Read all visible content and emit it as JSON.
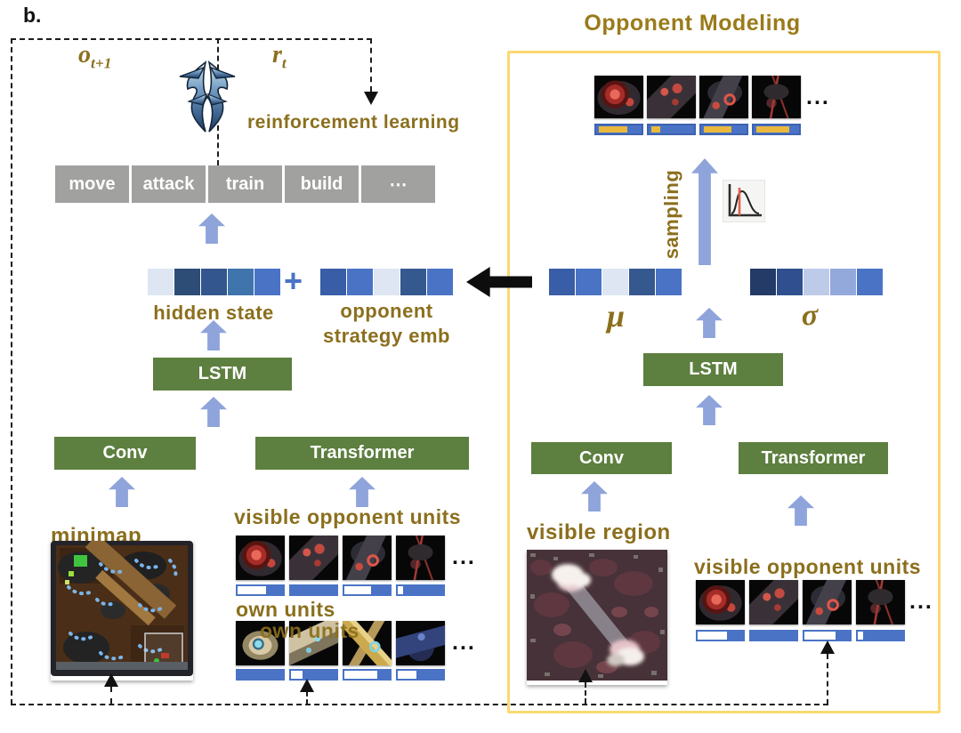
{
  "figure_label": "b.",
  "env_loop": {
    "obs_base": "o",
    "obs_sub": "t+1",
    "reward_base": "r",
    "reward_sub": "t",
    "rl_label": "reinforcement learning",
    "game_icon": "starcraft-logo"
  },
  "actions": {
    "cells": [
      "move",
      "attack",
      "train",
      "build",
      "⋯"
    ]
  },
  "policy": {
    "hidden_state": {
      "label": "hidden state",
      "colors": [
        "#dde6f2",
        "#2d4d76",
        "#33568e",
        "#3f74ad",
        "#4a73c6"
      ]
    },
    "plus": "+",
    "opponent_emb": {
      "label_line1": "opponent",
      "label_line2": "strategy emb",
      "colors": [
        "#3a5da8",
        "#4a73c6",
        "#dde6f2",
        "#35588f",
        "#4a73c6"
      ]
    },
    "lstm": "LSTM",
    "conv": "Conv",
    "transformer": "Transformer",
    "minimap_label": "minimap",
    "visible_opponent_units": {
      "label": "visible opponent units",
      "units": [
        "zerg-unit-a",
        "zerg-unit-b",
        "zerg-unit-c",
        "zerg-unit-d"
      ],
      "ellipsis": "...",
      "bars_white": [
        0.62,
        0,
        0.58,
        0.12
      ]
    },
    "own_units": {
      "label": "own units",
      "overlay_label": "own units",
      "units": [
        "protoss-unit-a",
        "protoss-unit-b",
        "protoss-unit-c",
        "protoss-unit-d"
      ],
      "ellipsis": "...",
      "bars_white": [
        0,
        0.25,
        0.72,
        0.42
      ]
    }
  },
  "opponent_modeling": {
    "title": "Opponent Modeling",
    "predicted_units": {
      "units": [
        "zerg-unit-a",
        "zerg-unit-b",
        "zerg-unit-c",
        "zerg-unit-d"
      ],
      "ellipsis": "...",
      "bars_yellow": [
        0.62,
        0.2,
        0.6,
        0.72
      ]
    },
    "sampling_label": "sampling",
    "distribution_icon": "gaussian-curve",
    "mu": {
      "label": "μ",
      "colors": [
        "#3a5da8",
        "#4a73c6",
        "#dde6f2",
        "#35588f",
        "#4a73c6"
      ]
    },
    "sigma": {
      "label": "σ",
      "colors": [
        "#243a67",
        "#2f4f8f",
        "#bdcbe9",
        "#93a9dc",
        "#4a73c6"
      ]
    },
    "lstm": "LSTM",
    "conv": "Conv",
    "transformer": "Transformer",
    "visible_region_label": "visible region",
    "visible_opponent_units": {
      "label": "visible opponent units",
      "units": [
        "zerg-unit-a",
        "zerg-unit-b",
        "zerg-unit-c",
        "zerg-unit-d"
      ],
      "ellipsis": "...",
      "bars_white": [
        0.65,
        0,
        0.68,
        0.12
      ]
    }
  },
  "colors": {
    "accent_olive": "#8b6f1d",
    "module_green": "#5d7f3f",
    "arrow_blue": "#8ea4da",
    "vector_blue": "#4a73c6",
    "bar_yellow": "#e9b83d",
    "frame_yellow": "#fbd971",
    "action_gray": "#a1a1a0"
  }
}
